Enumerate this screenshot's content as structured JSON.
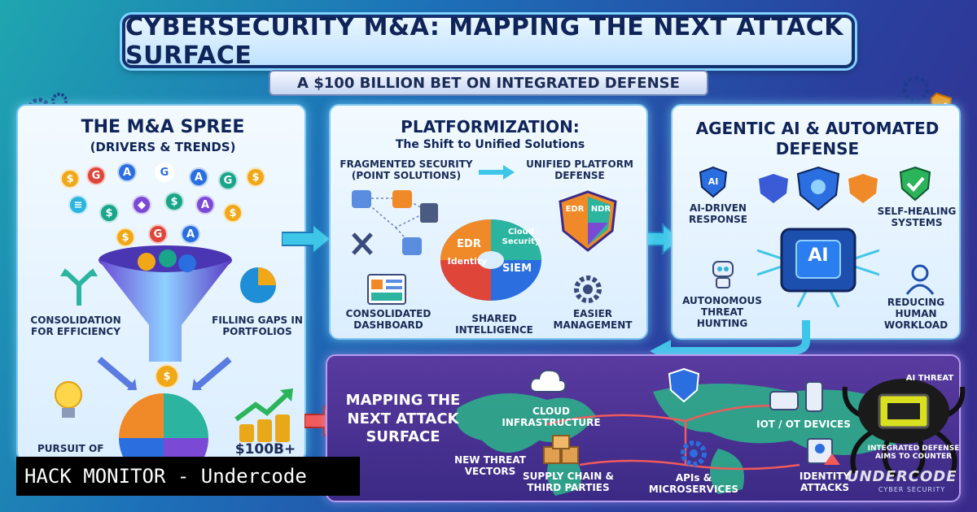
{
  "header": {
    "title": "CYBERSECURITY M&A: MAPPING THE NEXT ATTACK SURFACE",
    "subtitle": "A $100 BILLION BET ON INTEGRATED DEFENSE"
  },
  "panel_ma": {
    "title": "THE M&A SPREE",
    "subtitle": "(DRIVERS & TRENDS)",
    "consolidation": "CONSOLIDATION FOR EFFICIENCY",
    "gaps": "FILLING GAPS IN PORTFOLIOS",
    "pursuit": "PURSUIT OF",
    "amount": "$100B+"
  },
  "panel_platform": {
    "title": "PLATFORMIZATION:",
    "subtitle": "The Shift to Unified Solutions",
    "fragmented": "FRAGMENTED SECURITY (POINT SOLUTIONS)",
    "unified": "UNIFIED PLATFORM DEFENSE",
    "dashboard": "CONSOLIDATED DASHBOARD",
    "intel": "SHARED INTELLIGENCE",
    "management": "EASIER MANAGEMENT",
    "pieces": [
      "EDR",
      "Cloud Security",
      "Identity",
      "SIEM"
    ],
    "shield_pieces": [
      "EDR",
      "NDR"
    ]
  },
  "panel_ai": {
    "title": "AGENTIC AI & AUTOMATED DEFENSE",
    "ai_driven": "AI-DRIVEN RESPONSE",
    "self_healing": "SELF-HEALING SYSTEMS",
    "hunting": "AUTONOMOUS THREAT HUNTING",
    "reducing": "REDUCING HUMAN WORKLOAD",
    "chip": "AI",
    "badge": "AI"
  },
  "panel_surface": {
    "title": "MAPPING THE NEXT ATTACK SURFACE",
    "cloud": "CLOUD INFRASTRUCTURE",
    "iot": "IOT / OT DEVICES",
    "new_threat": "NEW THREAT VECTORS",
    "supply": "SUPPLY CHAIN & THIRD PARTIES",
    "apis": "APIs & MICROSERVICES",
    "identity": "IDENTITY ATTACKS"
  },
  "watermark": {
    "banner": "HACK MONITOR - Undercode",
    "brand": "UNDERCODE",
    "brand_sub": "CYBER SECURITY",
    "robot_text": "AI THREAT",
    "integrated": "INTEGRATED DEFENSE AIMS TO COUNTER"
  },
  "colors": {
    "navy": "#0f2458",
    "panel_border": "#7fc6f3",
    "surface_panel": "#4a329a",
    "arrow": "#3ec6e8",
    "accent_orange": "#f39a1e"
  }
}
